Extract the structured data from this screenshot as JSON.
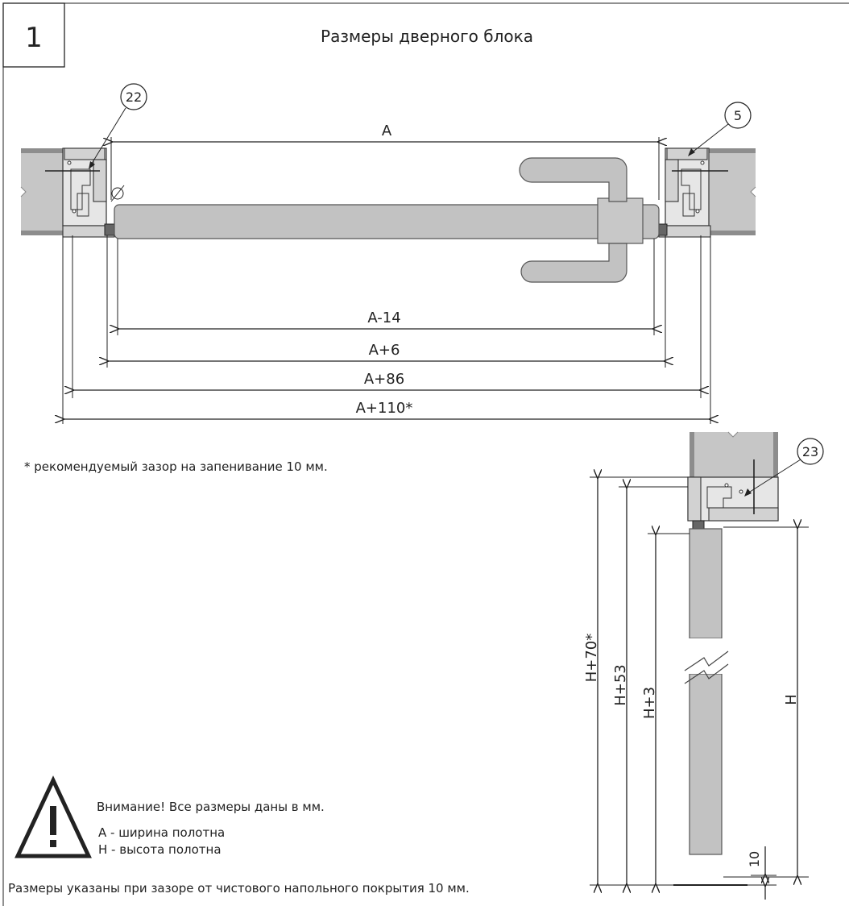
{
  "sheet": {
    "number": "1",
    "title": "Размеры дверного блока"
  },
  "callouts": [
    "22",
    "5",
    "23"
  ],
  "plan_dimensions": [
    "A",
    "A-14",
    "A+6",
    "A+86",
    "A+110*"
  ],
  "footnote": "* рекомендуемый зазор на запенивание 10 мм.",
  "section_dimensions": [
    "H+70*",
    "H+53",
    "H+3",
    "H",
    "10"
  ],
  "warning": {
    "title": "Внимание! Все размеры даны в мм.",
    "line_a": "A - ширина полотна",
    "line_h": "H - высота полотна"
  },
  "bottom_note": "Размеры указаны при зазоре от чистового напольного покрытия 10 мм.",
  "colors": {
    "wall_fill": "#c6c6c6",
    "wall_band": "#8d8d8d",
    "door_leaf": "#c2c2c2",
    "frame_fill": "#e6e6e6",
    "line": "#222222"
  }
}
